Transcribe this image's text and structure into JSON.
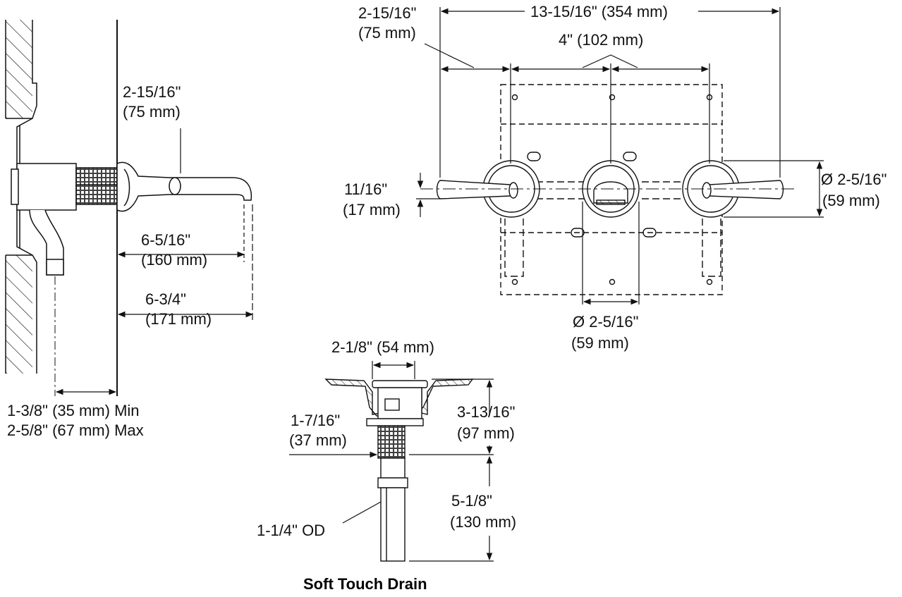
{
  "side_view": {
    "spout_offset": {
      "line1": "2-15/16\"",
      "line2": "(75 mm)"
    },
    "spout_reach_short": {
      "line1": "6-5/16\"",
      "line2": "(160 mm)"
    },
    "spout_reach_long": {
      "line1": "6-3/4\"",
      "line2": "(171 mm)"
    },
    "wall_thickness": {
      "line1": "1-3/8\" (35 mm) Min",
      "line2": "2-5/8\" (67 mm) Max"
    }
  },
  "front_view": {
    "spout_to_handle": {
      "line1": "2-15/16\"",
      "line2": "(75 mm)"
    },
    "overall_width": "13-15/16\" (354 mm)",
    "handle_spacing": "4\" (102 mm)",
    "handle_thickness": {
      "line1": "11/16\"",
      "line2": "(17 mm)"
    },
    "escutcheon_diameter_right": {
      "line1": "Ø 2-5/16\"",
      "line2": "(59 mm)"
    },
    "escutcheon_diameter_bottom": {
      "line1": "Ø 2-5/16\"",
      "line2": "(59 mm)"
    }
  },
  "drain_view": {
    "flange_width": "2-1/8\" (54 mm)",
    "body_width": {
      "line1": "1-7/16\"",
      "line2": "(37 mm)"
    },
    "upper_height": {
      "line1": "3-13/16\"",
      "line2": "(97 mm)"
    },
    "tailpiece_length": {
      "line1": "5-1/8\"",
      "line2": "(130 mm)"
    },
    "tailpiece_od": "1-1/4\" OD",
    "caption": "Soft Touch Drain"
  }
}
